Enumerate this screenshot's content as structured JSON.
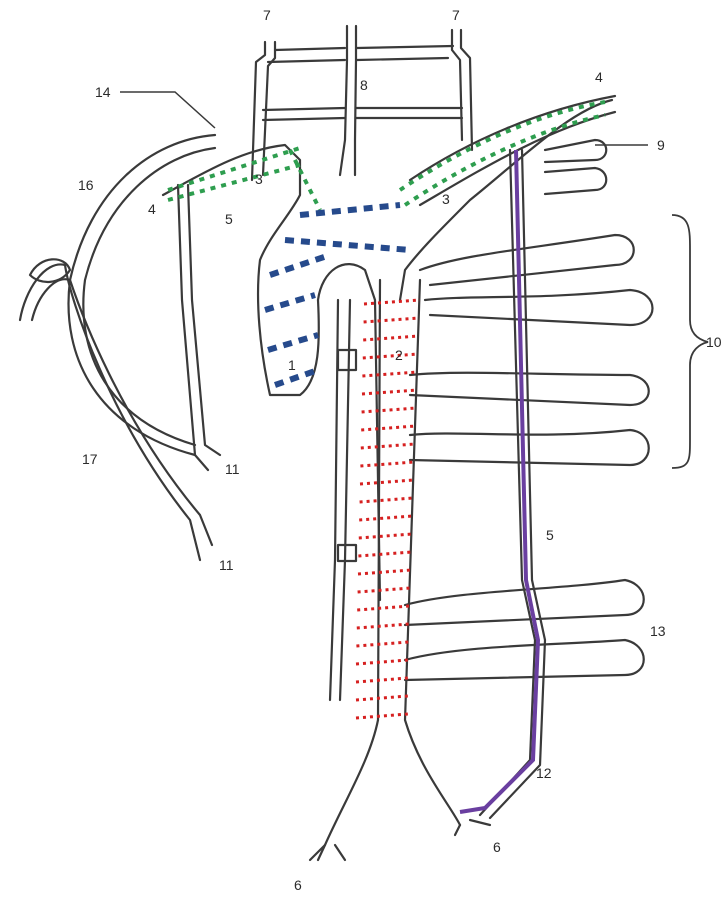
{
  "labels": {
    "l7a": "7",
    "l7b": "7",
    "l8": "8",
    "l4a": "4",
    "l4b": "4",
    "l14": "14",
    "l9": "9",
    "l16": "16",
    "l3a": "3",
    "l3b": "3",
    "l5a": "5",
    "l5b": "5",
    "l10": "10",
    "l1": "1",
    "l2": "2",
    "l17": "17",
    "l11a": "11",
    "l11b": "11",
    "l13": "13",
    "l12": "12",
    "l6a": "6",
    "l6b": "6"
  },
  "colors": {
    "outline": "#3a3a3a",
    "fill": "#ffffff",
    "dots_green": "#2e9e4f",
    "dots_blue": "#264a8c",
    "dots_red": "#d62020",
    "purple_line": "#6a3fa0"
  }
}
